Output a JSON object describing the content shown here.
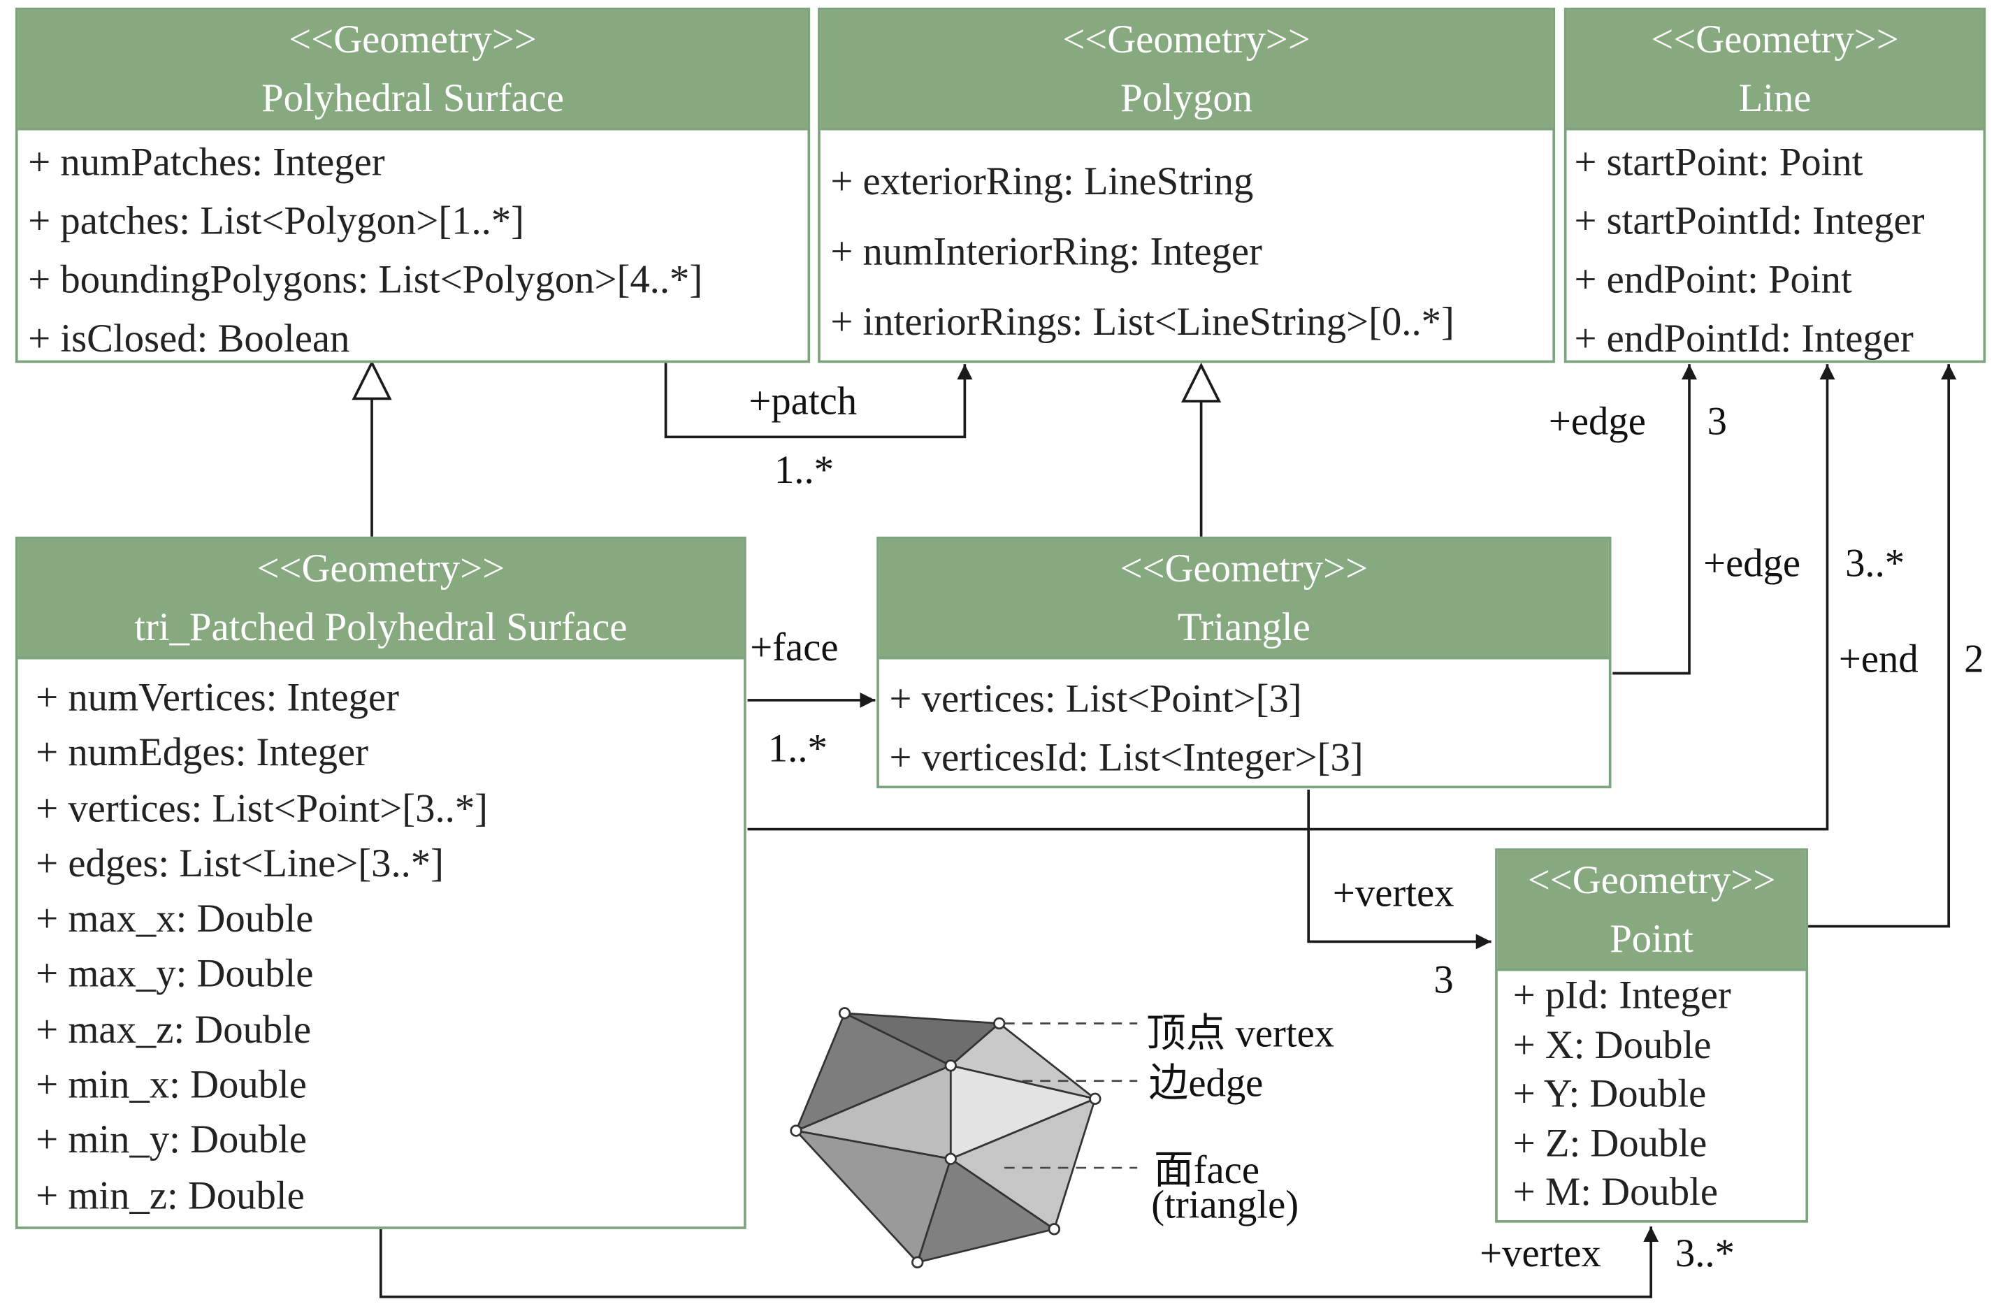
{
  "classes": {
    "polyhedral_surface": {
      "stereotype": "<<Geometry>>",
      "name": "Polyhedral Surface",
      "attributes": [
        "+ numPatches: Integer",
        "+ patches: List<Polygon>[1..*]",
        "+ boundingPolygons: List<Polygon>[4..*]",
        "+ isClosed: Boolean"
      ]
    },
    "polygon": {
      "stereotype": "<<Geometry>>",
      "name": "Polygon",
      "attributes": [
        "+ exteriorRing: LineString",
        "+ numInteriorRing: Integer",
        "+ interiorRings: List<LineString>[0..*]"
      ]
    },
    "line": {
      "stereotype": "<<Geometry>>",
      "name": "Line",
      "attributes": [
        "+ startPoint: Point",
        "+ startPointId: Integer",
        "+ endPoint: Point",
        "+ endPointId: Integer"
      ]
    },
    "tri_surface": {
      "stereotype": "<<Geometry>>",
      "name": "tri_Patched Polyhedral Surface",
      "attributes": [
        "+ numVertices: Integer",
        "+ numEdges: Integer",
        "+ vertices: List<Point>[3..*]",
        "+ edges: List<Line>[3..*]",
        "+ max_x: Double",
        "+ max_y: Double",
        "+ max_z: Double",
        "+ min_x: Double",
        "+ min_y: Double",
        "+ min_z: Double"
      ]
    },
    "triangle": {
      "stereotype": "<<Geometry>>",
      "name": "Triangle",
      "attributes": [
        "+ vertices: List<Point>[3]",
        "+ verticesId: List<Integer>[3]"
      ]
    },
    "point": {
      "stereotype": "<<Geometry>>",
      "name": "Point",
      "attributes": [
        "+ pId: Integer",
        "+ X: Double",
        "+ Y: Double",
        "+ Z: Double",
        "+ M: Double"
      ]
    }
  },
  "associations": {
    "patch_role": "+patch",
    "patch_mult": "1..*",
    "face_role": "+face",
    "face_mult": "1..*",
    "tri_edge_role": "+edge",
    "tri_edge_mult": "3",
    "surf_edge_role": "+edge",
    "surf_edge_mult": "3..*",
    "end_role": "+end",
    "end_mult": "2",
    "tri_vertex_role": "+vertex",
    "tri_vertex_mult": "3",
    "surf_vertex_role": "+vertex",
    "surf_vertex_mult": "3..*"
  },
  "legend": {
    "vertex": "顶点 vertex",
    "edge": "边edge",
    "face": "面face",
    "face_sub": "(triangle)"
  },
  "colors": {
    "header_fill": "#87a980",
    "border": "#7fa37f",
    "line": "#1a1a1a"
  }
}
